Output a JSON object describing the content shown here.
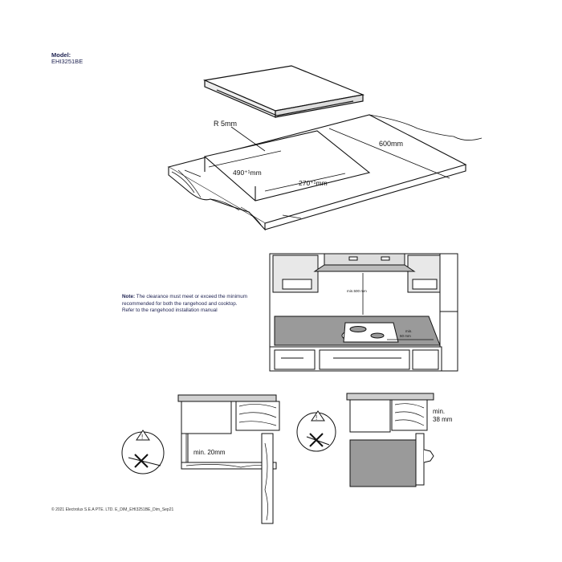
{
  "model": {
    "label": "Model:",
    "code": "EHI3251BE"
  },
  "cutout": {
    "radius": "R 5mm",
    "width": "490⁺¹mm",
    "depth": "270⁺¹mm",
    "worktop_depth": "600mm"
  },
  "kitchen": {
    "clearance_top": "min.500 mm",
    "clearance_side": "min.\n50 mm"
  },
  "note": {
    "heading": "Note:",
    "text": "The clearance must meet or exceed the minimum recommended for both the rangehood and cooktop. Refer to the rangehood installation manual"
  },
  "install_left": {
    "clearance": "min. 20mm"
  },
  "install_right": {
    "clearance": "min.\n38 mm"
  },
  "footer": {
    "copyright": "© 2021 Electrolux S.E.A PTE. LTD. E_DIM_EHI3251BE_Dim_Sep21"
  },
  "colors": {
    "ink": "#1d2150",
    "line": "#111111",
    "shade": "#9a9a9a",
    "light": "#d9d9d9"
  }
}
